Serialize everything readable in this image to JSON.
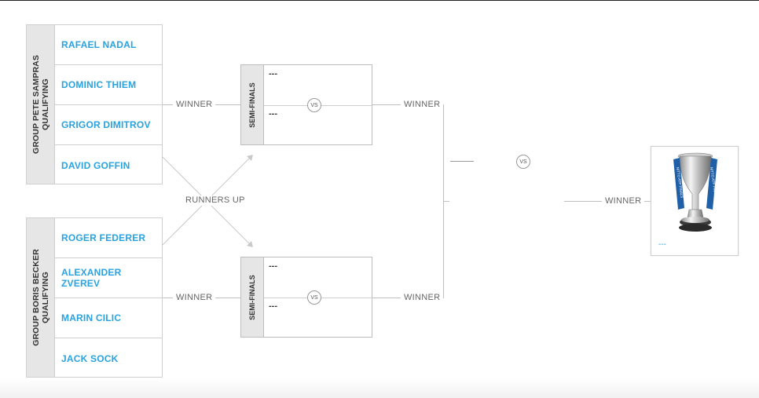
{
  "groups": [
    {
      "label": "GROUP PETE SAMPRAS\nQUALIFYING",
      "players": [
        "RAFAEL NADAL",
        "DOMINIC THIEM",
        "GRIGOR DIMITROV",
        "DAVID GOFFIN"
      ]
    },
    {
      "label": "GROUP BORIS BECKER\nQUALIFYING",
      "players": [
        "ROGER FEDERER",
        "ALEXANDER ZVEREV",
        "MARIN CILIC",
        "JACK SOCK"
      ]
    }
  ],
  "labels": {
    "winner": "WINNER",
    "runners_up": "RUNNERS UP",
    "vs": "VS"
  },
  "semifinals": [
    {
      "label": "SEMI-FINALS",
      "slot1": "---",
      "slot2": "---"
    },
    {
      "label": "SEMI-FINALS",
      "slot1": "---",
      "slot2": "---"
    }
  ],
  "final": {
    "champion": "---",
    "trophy_ribbon_text": "NITTO ATP FINALS"
  },
  "colors": {
    "player_link": "#29a3e0",
    "panel_gray": "#e6e6e6",
    "border": "#cfcfcf",
    "trophy_ribbon": "#1f5fa8"
  },
  "icons": [
    "trophy-icon",
    "arrow-icon"
  ]
}
